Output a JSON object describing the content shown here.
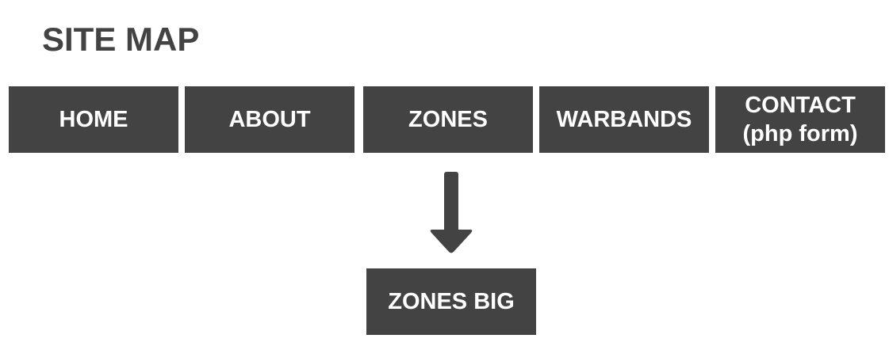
{
  "title": "SITE MAP",
  "colors": {
    "box_fill": "#434343",
    "box_text": "#ffffff",
    "title_text": "#434343",
    "background": "#ffffff"
  },
  "nav": [
    {
      "label": "HOME"
    },
    {
      "label": "ABOUT"
    },
    {
      "label": "ZONES"
    },
    {
      "label": "WARBANDS"
    },
    {
      "label": "CONTACT\n(php form)"
    }
  ],
  "children": [
    {
      "parent": "ZONES",
      "label": "ZONES BIG"
    }
  ],
  "connectors": [
    {
      "from": "ZONES",
      "to": "ZONES BIG",
      "icon": "arrow-down-icon"
    }
  ]
}
